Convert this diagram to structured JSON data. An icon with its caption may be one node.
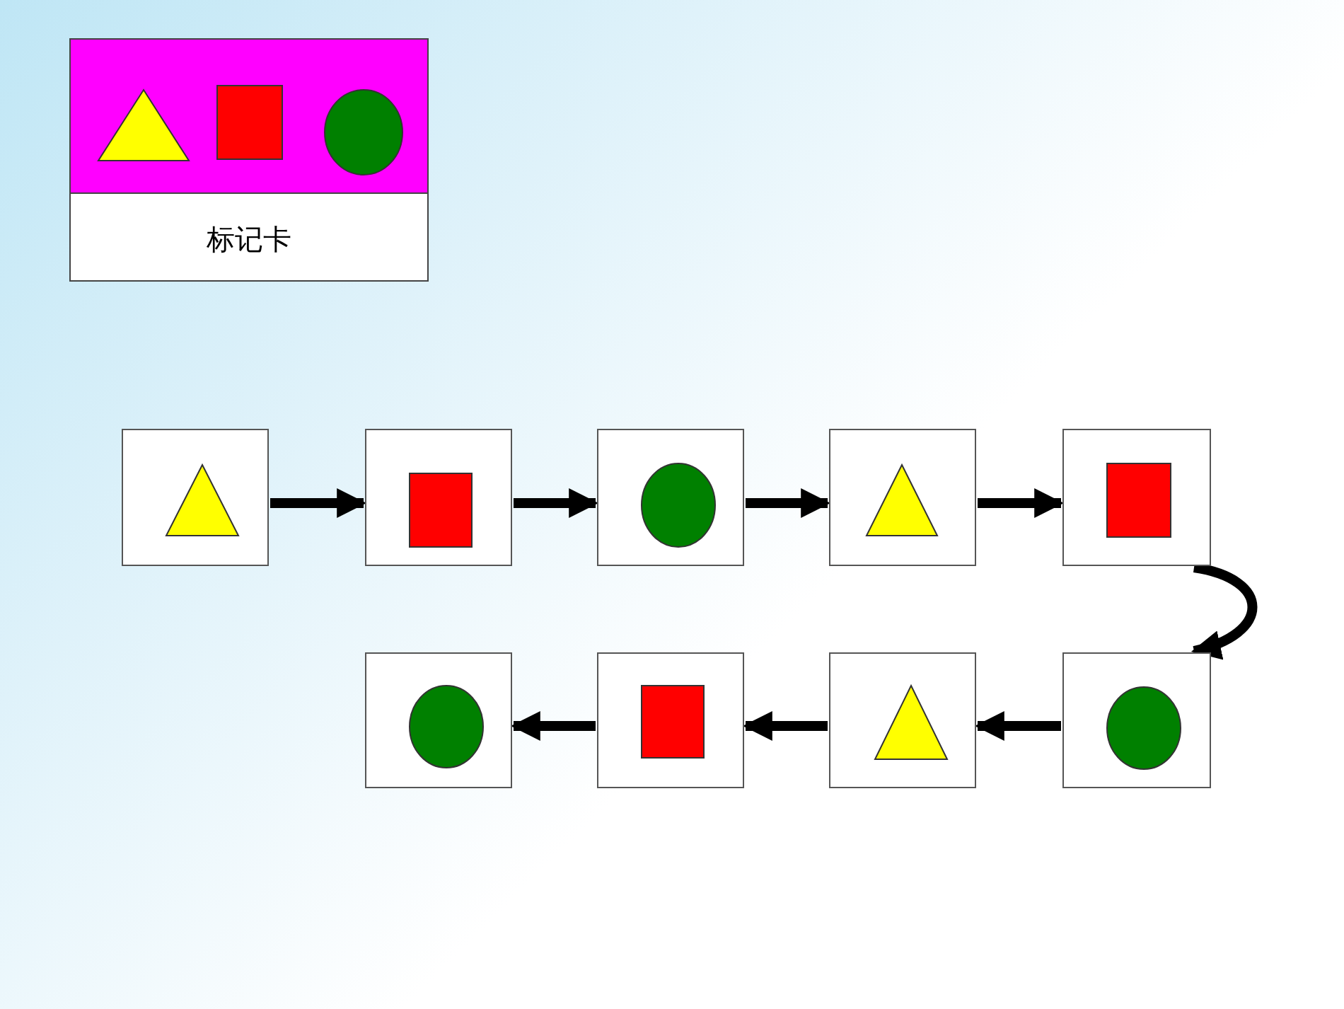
{
  "diagram": {
    "nodes": [
      {
        "text": [
          "标记卡"
        ]
      },
      {
        "text": [],
        "shape": "triangle",
        "in": 0
      },
      {
        "text": [],
        "shape": "square",
        "in": 0
      },
      {
        "text": [],
        "shape": "circle",
        "in": 0
      },
      {
        "text": [],
        "shape": "box"
      },
      {
        "text": [],
        "shape": "triangle",
        "in": 4
      },
      {
        "text": [],
        "shape": "box"
      },
      {
        "text": [],
        "shape": "square",
        "in": 6
      },
      {
        "text": [],
        "shape": "box"
      },
      {
        "text": [],
        "shape": "circle",
        "in": 8
      },
      {
        "text": [],
        "shape": "box"
      },
      {
        "text": [],
        "shape": "triangle",
        "in": 10
      },
      {
        "text": [],
        "shape": "box"
      },
      {
        "text": [],
        "shape": "square",
        "in": 12
      },
      {
        "text": [],
        "shape": "box"
      },
      {
        "text": [],
        "shape": "circle",
        "in": 14
      },
      {
        "text": [],
        "shape": "box"
      },
      {
        "text": [],
        "shape": "square",
        "in": 16
      },
      {
        "text": [],
        "shape": "box"
      },
      {
        "text": [],
        "shape": "triangle",
        "in": 18
      },
      {
        "text": [],
        "shape": "box"
      },
      {
        "text": [],
        "shape": "circle",
        "in": 20
      }
    ],
    "edges": [
      {
        "from": 4,
        "to": 6,
        "arrow": "to"
      },
      {
        "from": 6,
        "to": 8,
        "arrow": "to"
      },
      {
        "from": 8,
        "to": 10,
        "arrow": "to"
      },
      {
        "from": 10,
        "to": 12,
        "arrow": "to"
      },
      {
        "from": 12,
        "to": 20,
        "arrow": "to"
      },
      {
        "from": 20,
        "to": 18,
        "arrow": "to"
      },
      {
        "from": 18,
        "to": 16,
        "arrow": "to"
      },
      {
        "from": 16,
        "to": 14,
        "arrow": "to"
      }
    ]
  }
}
